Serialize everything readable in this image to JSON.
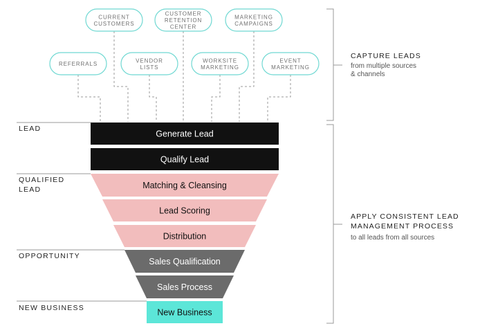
{
  "sources": [
    {
      "lines": [
        "CURRENT",
        "CUSTOMERS"
      ]
    },
    {
      "lines": [
        "CUSTOMER",
        "RETENTION",
        "CENTER"
      ]
    },
    {
      "lines": [
        "MARKETING",
        "CAMPAIGNS"
      ]
    },
    {
      "lines": [
        "REFERRALS"
      ]
    },
    {
      "lines": [
        "VENDOR",
        "LISTS"
      ]
    },
    {
      "lines": [
        "WORKSITE",
        "MARKETING"
      ]
    },
    {
      "lines": [
        "EVENT",
        "MARKETING"
      ]
    }
  ],
  "funnel": [
    {
      "label": "Generate Lead",
      "group": "lead"
    },
    {
      "label": "Qualify Lead",
      "group": "lead"
    },
    {
      "label": "Matching & Cleansing",
      "group": "qualified"
    },
    {
      "label": "Lead Scoring",
      "group": "qualified"
    },
    {
      "label": "Distribution",
      "group": "qualified"
    },
    {
      "label": "Sales Qualification",
      "group": "opportunity"
    },
    {
      "label": "Sales Process",
      "group": "opportunity"
    },
    {
      "label": "New Business",
      "group": "new"
    }
  ],
  "stage_labels": [
    {
      "lines": [
        "LEAD"
      ]
    },
    {
      "lines": [
        "QUALIFIED",
        "LEAD"
      ]
    },
    {
      "lines": [
        "OPPORTUNITY"
      ]
    },
    {
      "lines": [
        "NEW BUSINESS"
      ]
    }
  ],
  "capture": {
    "title": "CAPTURE LEADS",
    "subtitle": [
      "from multiple sources",
      "& channels"
    ]
  },
  "apply": {
    "title": [
      "APPLY CONSISTENT LEAD",
      "MANAGEMENT PROCESS"
    ],
    "subtitle": "to all leads from all sources"
  },
  "colors": {
    "lead": "#111111",
    "qualified": "#f2bdbd",
    "opportunity": "#6b6b6b",
    "new": "#5ce6d8",
    "pill_border": "#6fd8d2",
    "connector": "#9a9a9a",
    "bracket": "#999999"
  }
}
